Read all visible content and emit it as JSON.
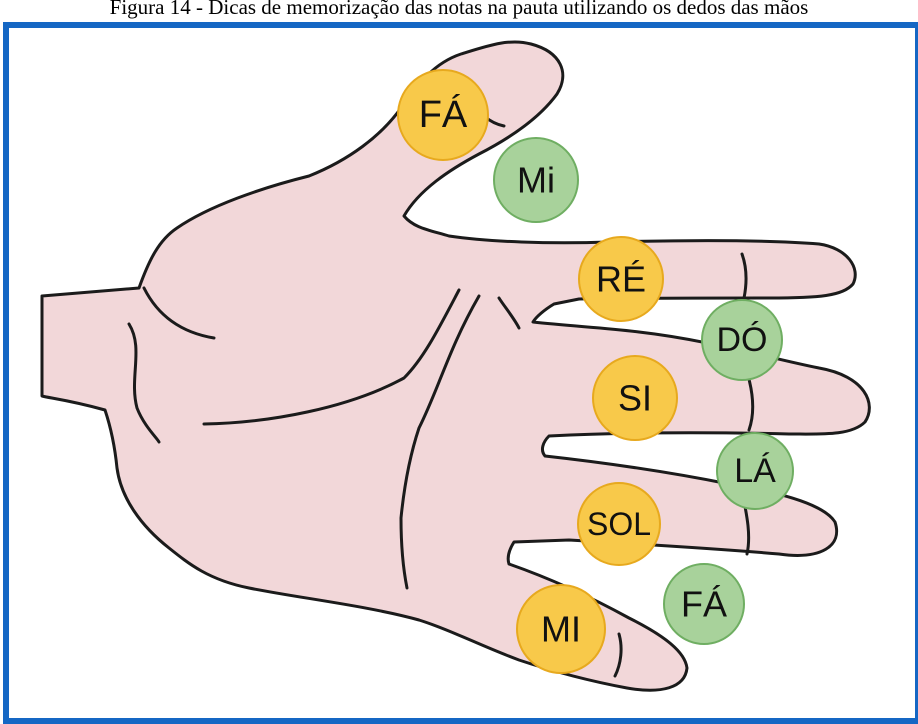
{
  "caption": "Figura 14 - Dicas de memorização das notas na pauta utilizando os dedos das mãos",
  "colors": {
    "frame": "#1567c4",
    "skin": "#f2d7d9",
    "outline": "#1b1b1b",
    "line_note_fill": "#f8c94a",
    "line_note_stroke": "#e7a91e",
    "space_note_fill": "#a8d29b",
    "space_note_stroke": "#6fae62"
  },
  "notes": {
    "line_notes": [
      "FÁ",
      "RÉ",
      "SI",
      "SOL",
      "MI"
    ],
    "space_notes": [
      "Mi",
      "DÓ",
      "LÁ",
      "FÁ"
    ]
  }
}
